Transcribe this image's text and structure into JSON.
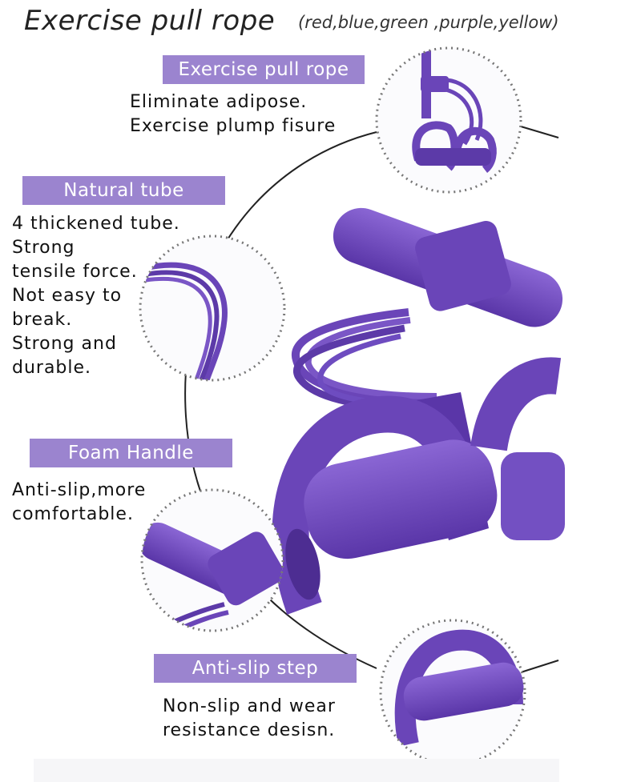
{
  "header": {
    "title": "Exercise pull rope",
    "colors_note": "(red,blue,green ,purple,yellow)"
  },
  "features": [
    {
      "label": "Exercise pull rope",
      "lines": [
        "Eliminate adipose.",
        "Exercise plump fisure"
      ]
    },
    {
      "label": "Natural tube",
      "lines": [
        "4 thickened tube.",
        "Strong",
        "tensile force.",
        "Not easy to",
        "break.",
        "Strong and",
        "durable."
      ]
    },
    {
      "label": "Foam Handle",
      "lines": [
        "Anti-slip,more",
        "comfortable."
      ]
    },
    {
      "label": "Anti-slip step",
      "lines": [
        "Non-slip and wear",
        "resistance desisn."
      ]
    }
  ],
  "colors": {
    "label_bg": "#9b84cf",
    "product_purple": "#6a45b8",
    "product_dark": "#4d2d92",
    "product_light": "#8664d0"
  },
  "icons": [
    "product-pull-rope",
    "tube-detail",
    "foam-handle-detail",
    "step-detail"
  ]
}
